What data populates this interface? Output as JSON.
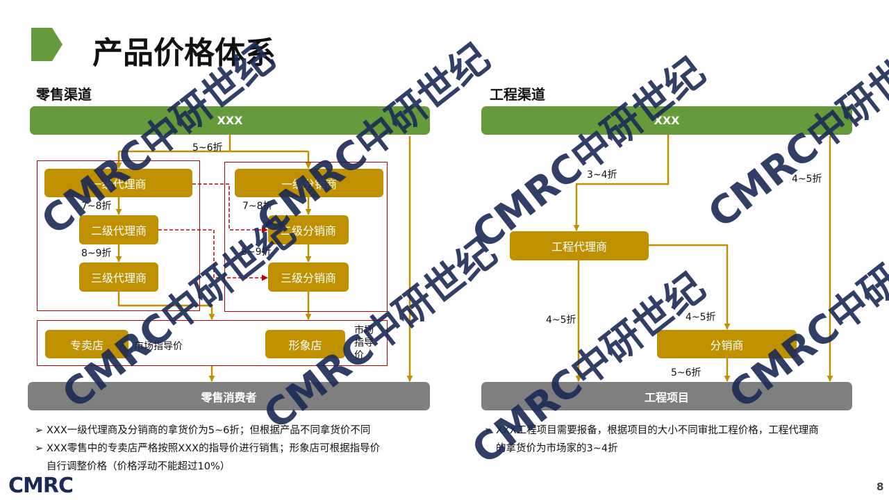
{
  "title": "产品价格体系",
  "colors": {
    "green": "#659b3a",
    "gold": "#bf9000",
    "grey": "#7f7f7f",
    "frame": "#c00000"
  },
  "retail": {
    "heading": "零售渠道",
    "top": "XXX",
    "bottom": "零售消费者",
    "agents": [
      "一级代理商",
      "二级代理商",
      "三级代理商"
    ],
    "distributors": [
      "一级分销商",
      "二级分销商",
      "三级分销商"
    ],
    "stores": [
      "专卖店",
      "形象店"
    ],
    "store_notes": [
      "市场指导价",
      "市场",
      "指导",
      "价"
    ],
    "discounts": {
      "top": "5~6折",
      "agent2": "7~8折",
      "agent3": "8~9折",
      "dist2": "7~8折",
      "dist3": "8~9折"
    },
    "bullets": [
      "XXX一级代理商及分销商的拿货价为5~6折；但根据产品不同拿货价不同",
      "XXX零售中的专卖店严格按照XXX的指导价进行销售；形象店可根据指导价",
      "自行调整价格（价格浮动不能超过10%）"
    ]
  },
  "engineering": {
    "heading": "工程渠道",
    "top": "XXX",
    "bottom": "工程项目",
    "agent": "工程代理商",
    "distributor": "分销商",
    "discounts": {
      "agent": "3~4折",
      "direct": "4~5折",
      "agent_direct": "4~5折",
      "to_dist": "4~5折",
      "dist": "5~6折"
    },
    "bullets": [
      "XXX工程项目需要报备，根据项目的大小不同审批工程价格，工程代理商",
      "的拿货价为市场家的3~4折"
    ]
  },
  "logo": "CMRC",
  "watermark": "CMRC中研世纪",
  "page_number": "8"
}
